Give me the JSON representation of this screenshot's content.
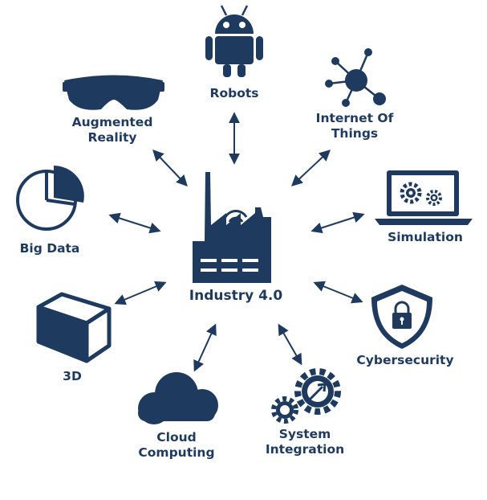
{
  "colors": {
    "navy": "#1e3a5f",
    "background": "#ffffff"
  },
  "center": {
    "label": "Industry 4.0",
    "icon": "factory-icon"
  },
  "nodes": [
    {
      "id": "robots",
      "lines": [
        "Robots"
      ],
      "icon": "robot-icon"
    },
    {
      "id": "iot",
      "lines": [
        "Internet Of",
        "Things"
      ],
      "icon": "network-icon"
    },
    {
      "id": "simulation",
      "lines": [
        "Simulation"
      ],
      "icon": "monitor-gears-icon"
    },
    {
      "id": "cybersecurity",
      "lines": [
        "Cybersecurity"
      ],
      "icon": "shield-lock-icon"
    },
    {
      "id": "system-integration",
      "lines": [
        "System",
        "Integration"
      ],
      "icon": "gears-icon"
    },
    {
      "id": "cloud-computing",
      "lines": [
        "Cloud",
        "Computing"
      ],
      "icon": "cloud-icon"
    },
    {
      "id": "3d",
      "lines": [
        "3D"
      ],
      "icon": "cube-icon"
    },
    {
      "id": "big-data",
      "lines": [
        "Big Data"
      ],
      "icon": "pie-chart-icon"
    },
    {
      "id": "augmented-reality",
      "lines": [
        "Augmented",
        "Reality"
      ],
      "icon": "vr-goggles-icon"
    }
  ]
}
